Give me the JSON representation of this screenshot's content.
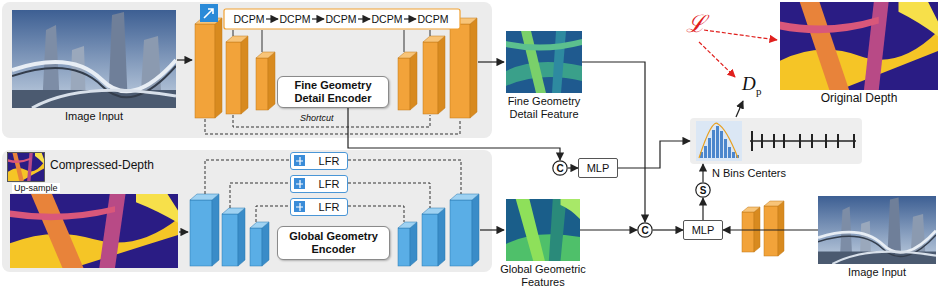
{
  "diagram": {
    "nodes": [
      {
        "text": [
          "Image Input"
        ]
      },
      {
        "text": [
          "DCPM"
        ]
      },
      {
        "text": [
          "DCPM"
        ]
      },
      {
        "text": [
          "DCPM"
        ]
      },
      {
        "text": [
          "DCPM"
        ]
      },
      {
        "text": [
          "DCPM"
        ]
      },
      {
        "text": [
          "Fine Geometry Detail Encoder"
        ]
      },
      {
        "text": [
          "Fine Geometry Detail Feature"
        ]
      },
      {
        "text": [
          "C"
        ]
      },
      {
        "text": [
          "MLP"
        ]
      },
      {
        "text": [
          "N Bins Centers"
        ]
      },
      {
        "text": [
          "Original Depth"
        ]
      },
      {
        "text": [
          "LFR"
        ]
      },
      {
        "text": [
          "LFR"
        ]
      },
      {
        "text": [
          "LFR"
        ]
      },
      {
        "text": [
          "Global Geometry Encoder"
        ]
      },
      {
        "text": [
          "Global Geometric Features"
        ]
      },
      {
        "text": [
          "C"
        ]
      },
      {
        "text": [
          "MLP"
        ]
      },
      {
        "text": [
          "S"
        ]
      },
      {
        "text": [
          "Image Input"
        ]
      }
    ],
    "edges": [
      {
        "from": 1,
        "to": 2,
        "arrow": "to"
      },
      {
        "from": 2,
        "to": 3,
        "arrow": "to"
      },
      {
        "from": 3,
        "to": 4,
        "arrow": "to"
      },
      {
        "from": 4,
        "to": 5,
        "arrow": "to"
      },
      {
        "from": 7,
        "to": 17,
        "arrow": "to"
      },
      {
        "from": 16,
        "to": 17,
        "arrow": "to"
      },
      {
        "from": 17,
        "to": 18,
        "arrow": "to"
      },
      {
        "from": 20,
        "to": 18,
        "arrow": "to"
      },
      {
        "from": 18,
        "to": 19,
        "arrow": "to"
      },
      {
        "from": 19,
        "to": 10,
        "arrow": "to"
      },
      {
        "from": 6,
        "to": 8,
        "arrow": "to"
      },
      {
        "from": 8,
        "to": 9,
        "arrow": "to"
      },
      {
        "from": 9,
        "to": 10,
        "arrow": "to"
      }
    ],
    "labels": [
      "Shortcut",
      "ℒ",
      "D",
      "p",
      "Compressed-Depth",
      "Up-sample"
    ]
  }
}
